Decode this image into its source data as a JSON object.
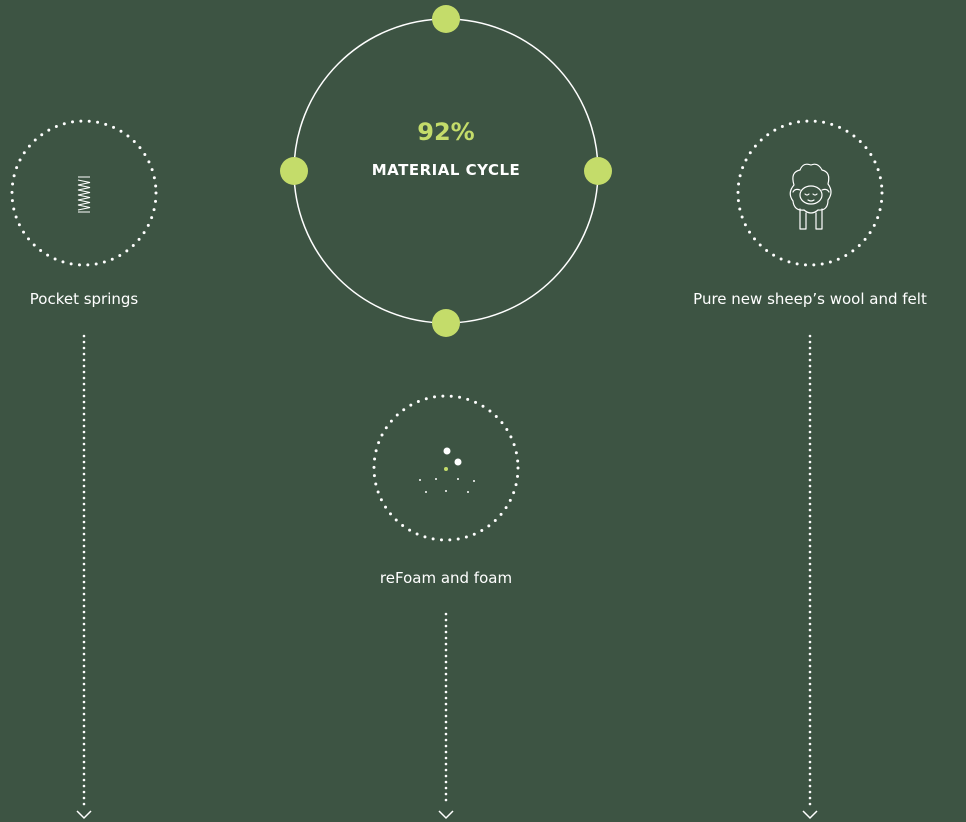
{
  "cycle": {
    "percent": "92%",
    "label": "MATERIAL CYCLE"
  },
  "materials": [
    {
      "label": "Pocket springs",
      "icon": "spring-icon"
    },
    {
      "label": "reFoam and foam",
      "icon": "foam-icon"
    },
    {
      "label": "Pure new sheep’s wool and felt",
      "icon": "sheep-icon"
    }
  ],
  "colors": {
    "background": "#3d5443",
    "accent": "#c4dc6a",
    "line": "#ffffff"
  }
}
